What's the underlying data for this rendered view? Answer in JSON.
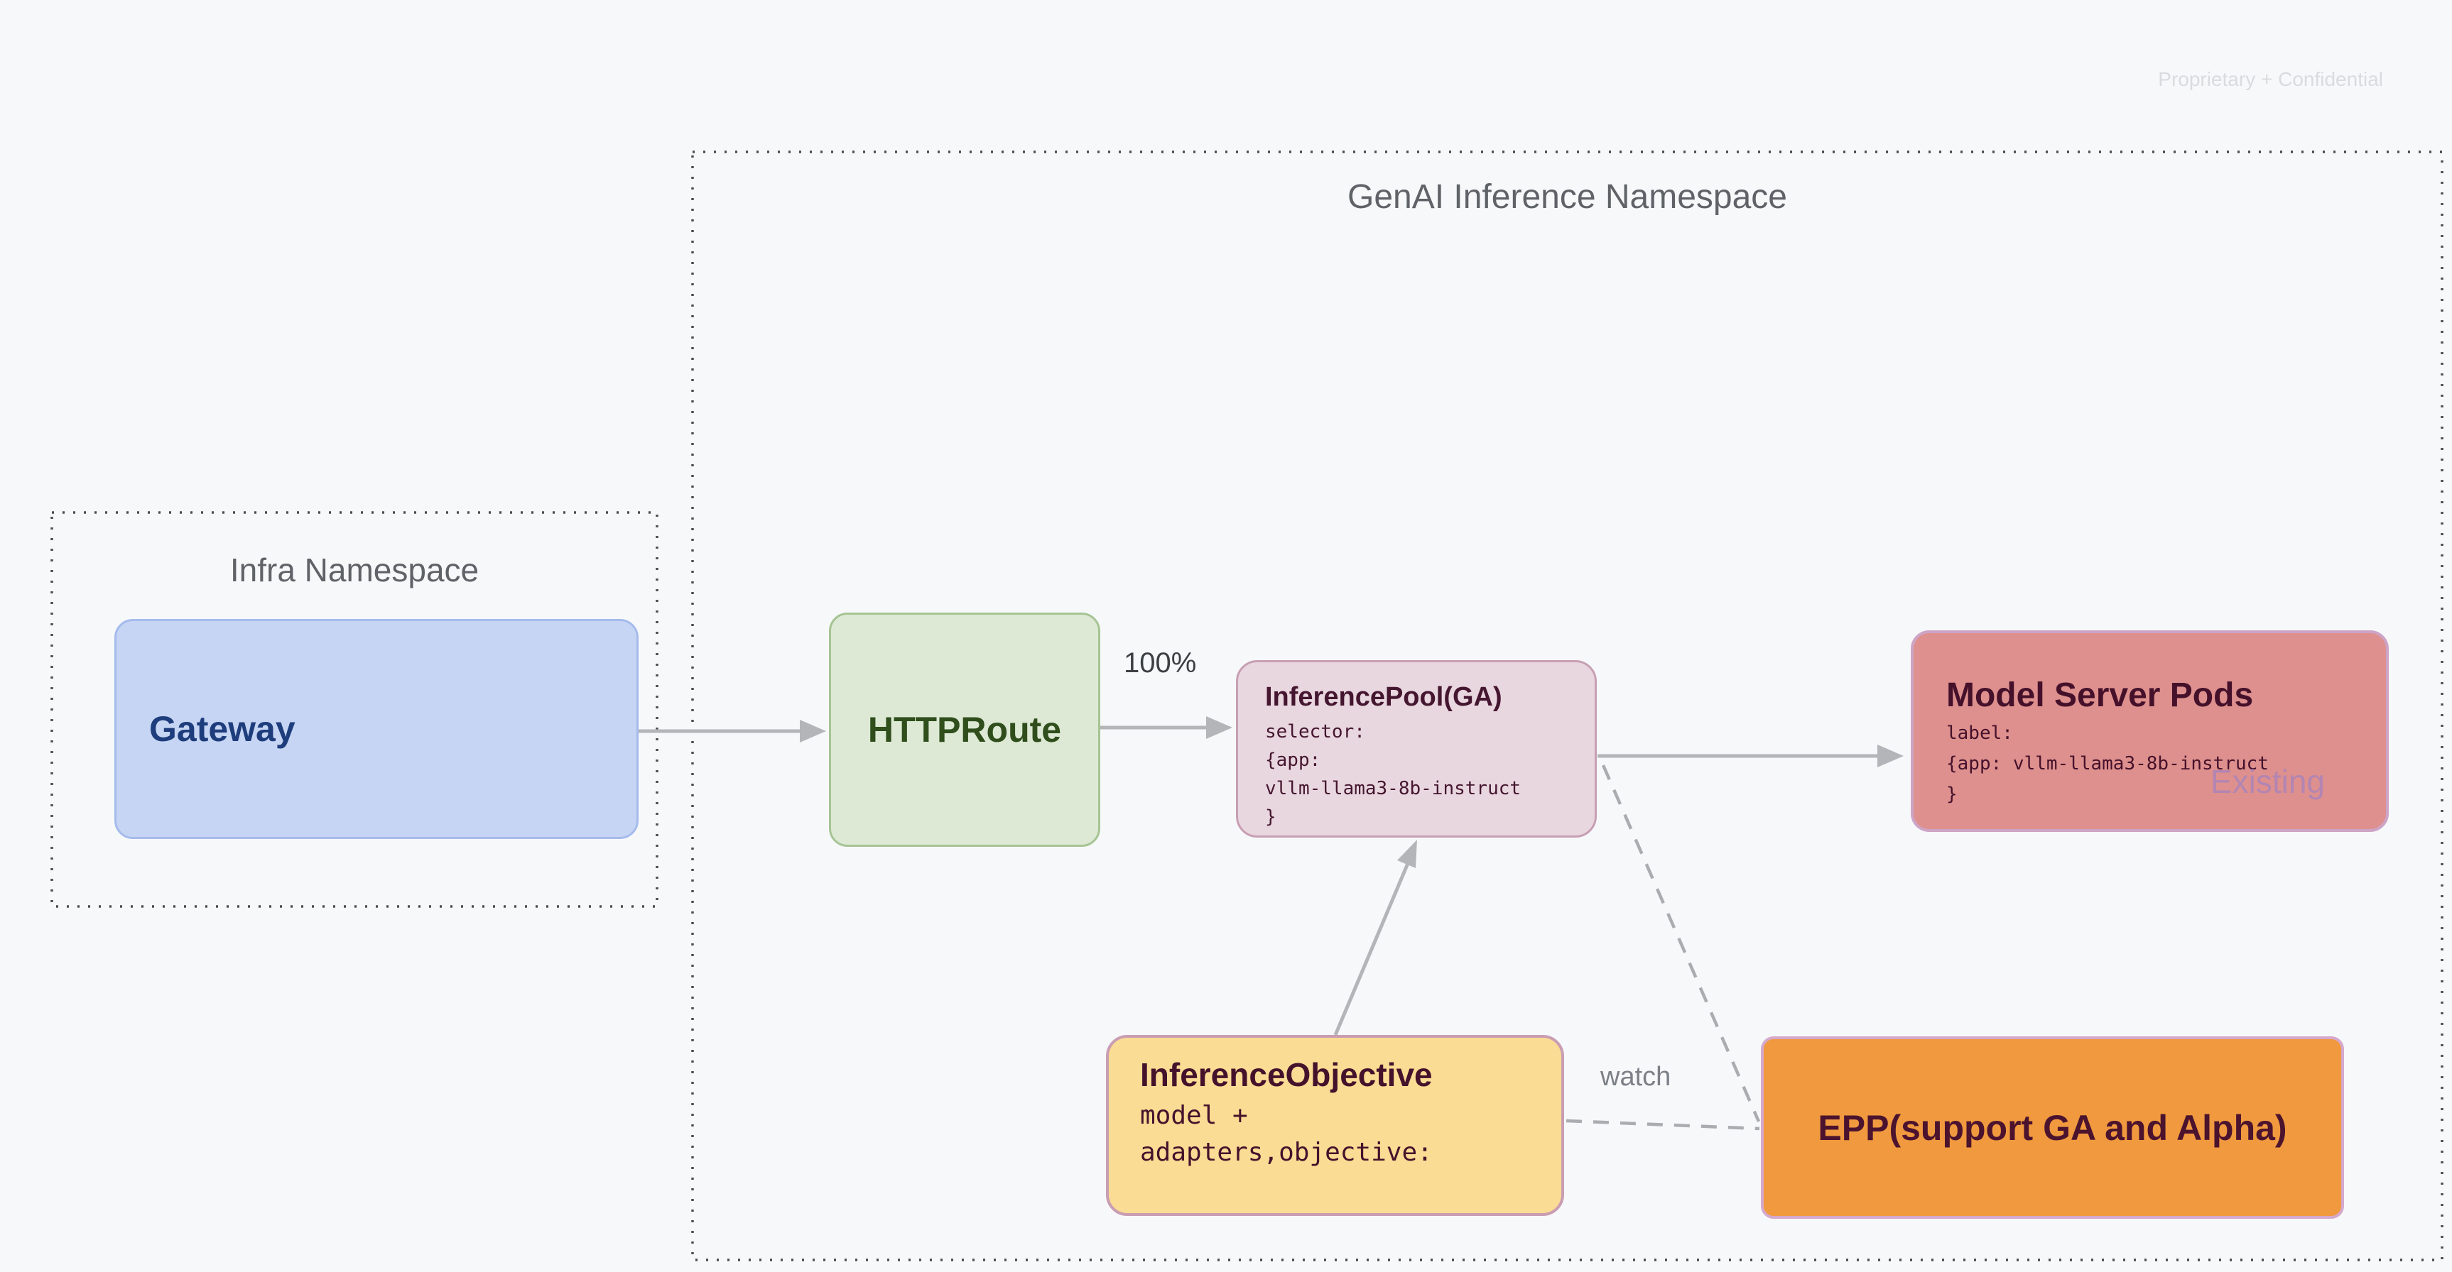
{
  "page": {
    "confidential_note": "Proprietary + Confidential"
  },
  "namespaces": {
    "genai": {
      "title": "GenAI Inference Namespace"
    },
    "infra": {
      "title": "Infra Namespace"
    }
  },
  "nodes": {
    "gateway": {
      "title": "Gateway"
    },
    "httproute": {
      "title": "HTTPRoute"
    },
    "inference_pool": {
      "title": "InferencePool(GA)",
      "code": "selector:\n{app:\nvllm-llama3-8b-instruct\n}"
    },
    "model_server_pods": {
      "title": "Model Server Pods",
      "code": "label:\n{app: vllm-llama3-8b-instruct\n}",
      "status_tag": "Existing"
    },
    "inference_objective": {
      "title": "InferenceObjective",
      "code": "model +\nadapters,objective:"
    },
    "epp": {
      "title": "EPP(support GA and Alpha)"
    }
  },
  "edge_labels": {
    "httproute_to_pool": "100%",
    "epp_watch": "watch"
  },
  "colors": {
    "background": "#f7f8fa",
    "namespace_title": "#5f6368",
    "gateway_fill": "#c6d5f3",
    "gateway_text": "#1e3d7c",
    "httproute_fill": "#dde9d4",
    "httproute_text": "#2f4e1c",
    "inference_pool_fill": "#e9d7df",
    "model_server_pods_fill": "#de908e",
    "inference_objective_fill": "#fbdc94",
    "epp_fill": "#f0993e",
    "node_dark_text": "#451630",
    "arrow_gray": "#b3b5b8",
    "dashed_gray": "#aaacaf",
    "existing_tag": "#b385b2",
    "confidential_text": "#d9dbde"
  }
}
